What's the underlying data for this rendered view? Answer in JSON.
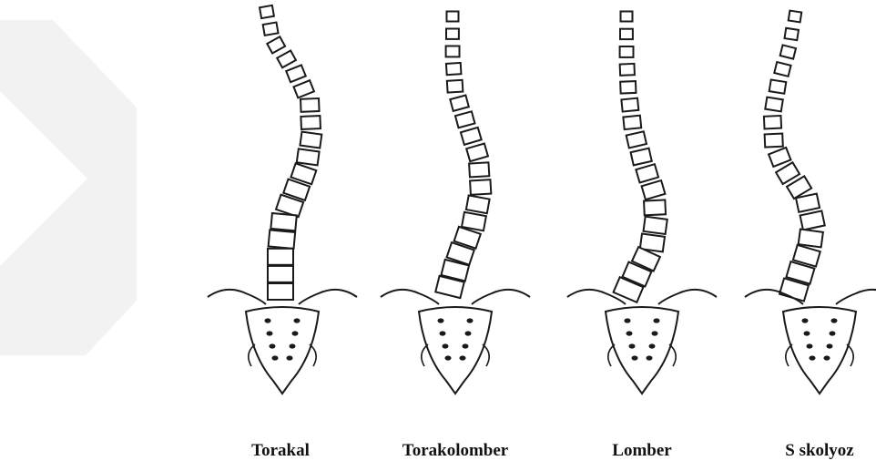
{
  "watermark_color": "#f2f2f2",
  "line_color": "#1a1a1a",
  "spines": [
    {
      "label": "Torakal"
    },
    {
      "label": "Torakolomber"
    },
    {
      "label": "Lomber"
    },
    {
      "label": "S skolyoz"
    }
  ]
}
